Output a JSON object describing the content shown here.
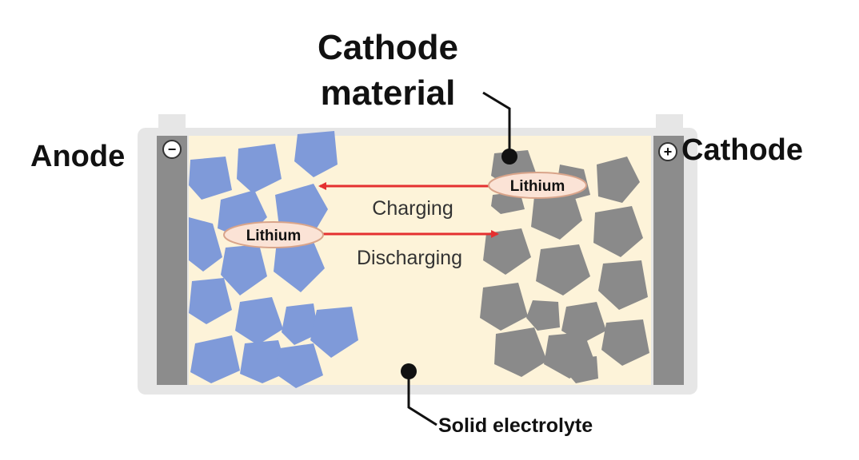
{
  "labels": {
    "cathode_material_line1": "Cathode",
    "cathode_material_line2": "material",
    "anode": "Anode",
    "cathode": "Cathode",
    "charging": "Charging",
    "discharging": "Discharging",
    "solid_electrolyte": "Solid electrolyte",
    "lithium_top": "Lithium",
    "lithium_bottom": "Lithium",
    "minus_sign": "−",
    "plus_sign": "+"
  },
  "colors": {
    "casing": "#e6e6e6",
    "electrolyte": "#fdf3d9",
    "electrode_plate": "#8c8c8c",
    "anode_particle": "#7f9ad9",
    "cathode_particle": "#8a8a8a",
    "arrow": "#e53030",
    "lithium_fill": "#fbe3d6",
    "lithium_stroke": "#d9a48a",
    "leader_line": "#111111"
  }
}
